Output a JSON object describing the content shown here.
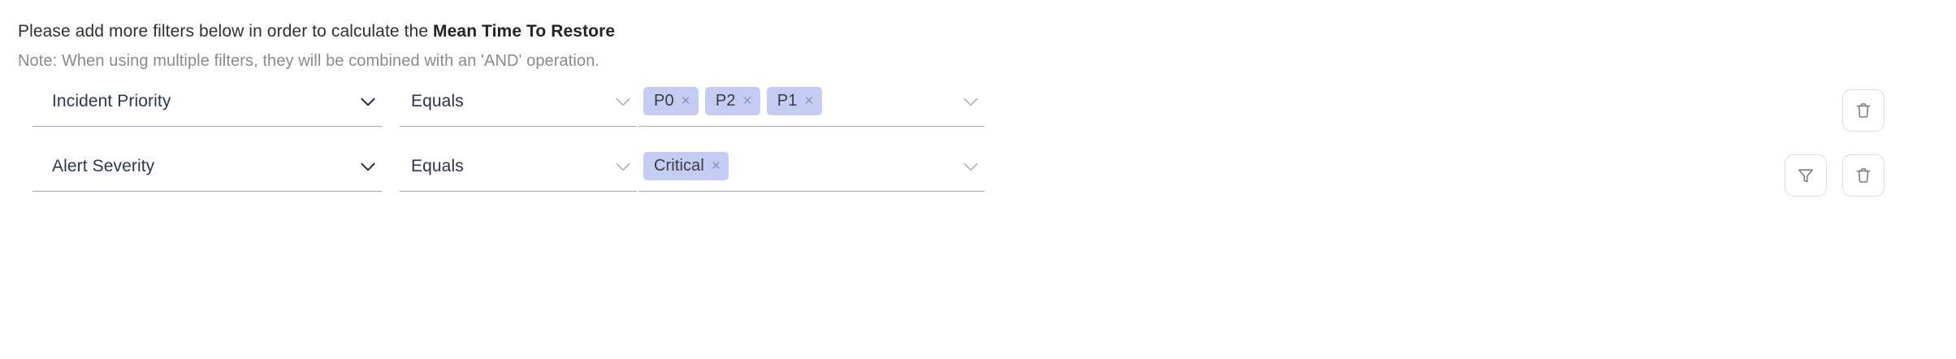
{
  "header": {
    "instruction_prefix": "Please add more filters below in order to calculate the ",
    "metric_name": "Mean Time To Restore",
    "note": "Note: When using multiple filters, they will be combined with an 'AND' operation."
  },
  "colors": {
    "chip_background": "#c5ccf4",
    "field_text": "#2c3756",
    "underline": "#a8a8a8",
    "note_text": "#8a8a8a",
    "icon_stroke": "#7c7c7c",
    "button_border": "#dcdcdc"
  },
  "filters": [
    {
      "field_label": "Incident Priority",
      "field_chevron": "chevron-down-icon",
      "operator_label": "Equals",
      "operator_chevron": "chevron-down-icon",
      "values": [
        "P0",
        "P2",
        "P1"
      ],
      "values_chevron": "chevron-down-icon",
      "remove_chip_label": "×",
      "actions": [
        {
          "icon": "trash-icon",
          "label": "Delete filter"
        }
      ]
    },
    {
      "field_label": "Alert Severity",
      "field_chevron": "chevron-down-icon",
      "operator_label": "Equals",
      "operator_chevron": "chevron-down-icon",
      "values": [
        "Critical"
      ],
      "values_chevron": "chevron-down-icon",
      "remove_chip_label": "×",
      "actions": [
        {
          "icon": "funnel-icon",
          "label": "Add filter"
        },
        {
          "icon": "trash-icon",
          "label": "Delete filter"
        }
      ]
    }
  ]
}
